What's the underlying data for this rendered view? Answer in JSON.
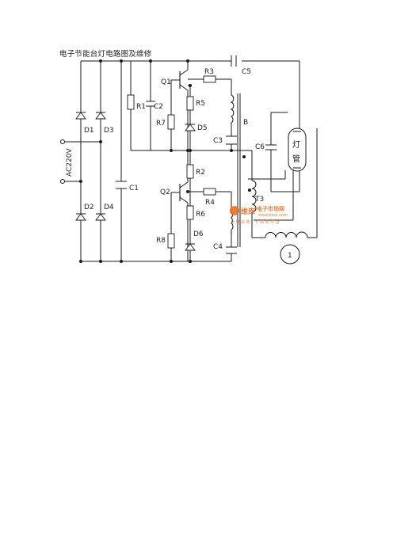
{
  "title": "电子节能台灯电路图及维修",
  "labels": {
    "source": "AC220V",
    "d1": "D1",
    "d2": "D2",
    "d3": "D3",
    "d4": "D4",
    "c1": "C1",
    "r1": "R1",
    "c2": "C2",
    "q1": "Q1",
    "q2": "Q2",
    "r3": "R3",
    "c5": "C5",
    "r5": "R5",
    "r7": "R7",
    "d5": "D5",
    "b": "B",
    "c3": "C3",
    "c6": "C6",
    "lamp1": "灯",
    "lamp2": "管",
    "r2": "R2",
    "r4": "R4",
    "t3": "T3",
    "r6": "R6",
    "r8": "R8",
    "d6": "D6",
    "c4": "C4",
    "circle": "1"
  },
  "watermark": {
    "brand": "维库",
    "site": "电子市场网",
    "url": "www.dzsc.com",
    "sub1": "全 球 采 购",
    "sub2": "C 商 务 平 台"
  },
  "colors": {
    "line": "#1a1a1a",
    "watermark": "#e66a1a"
  }
}
